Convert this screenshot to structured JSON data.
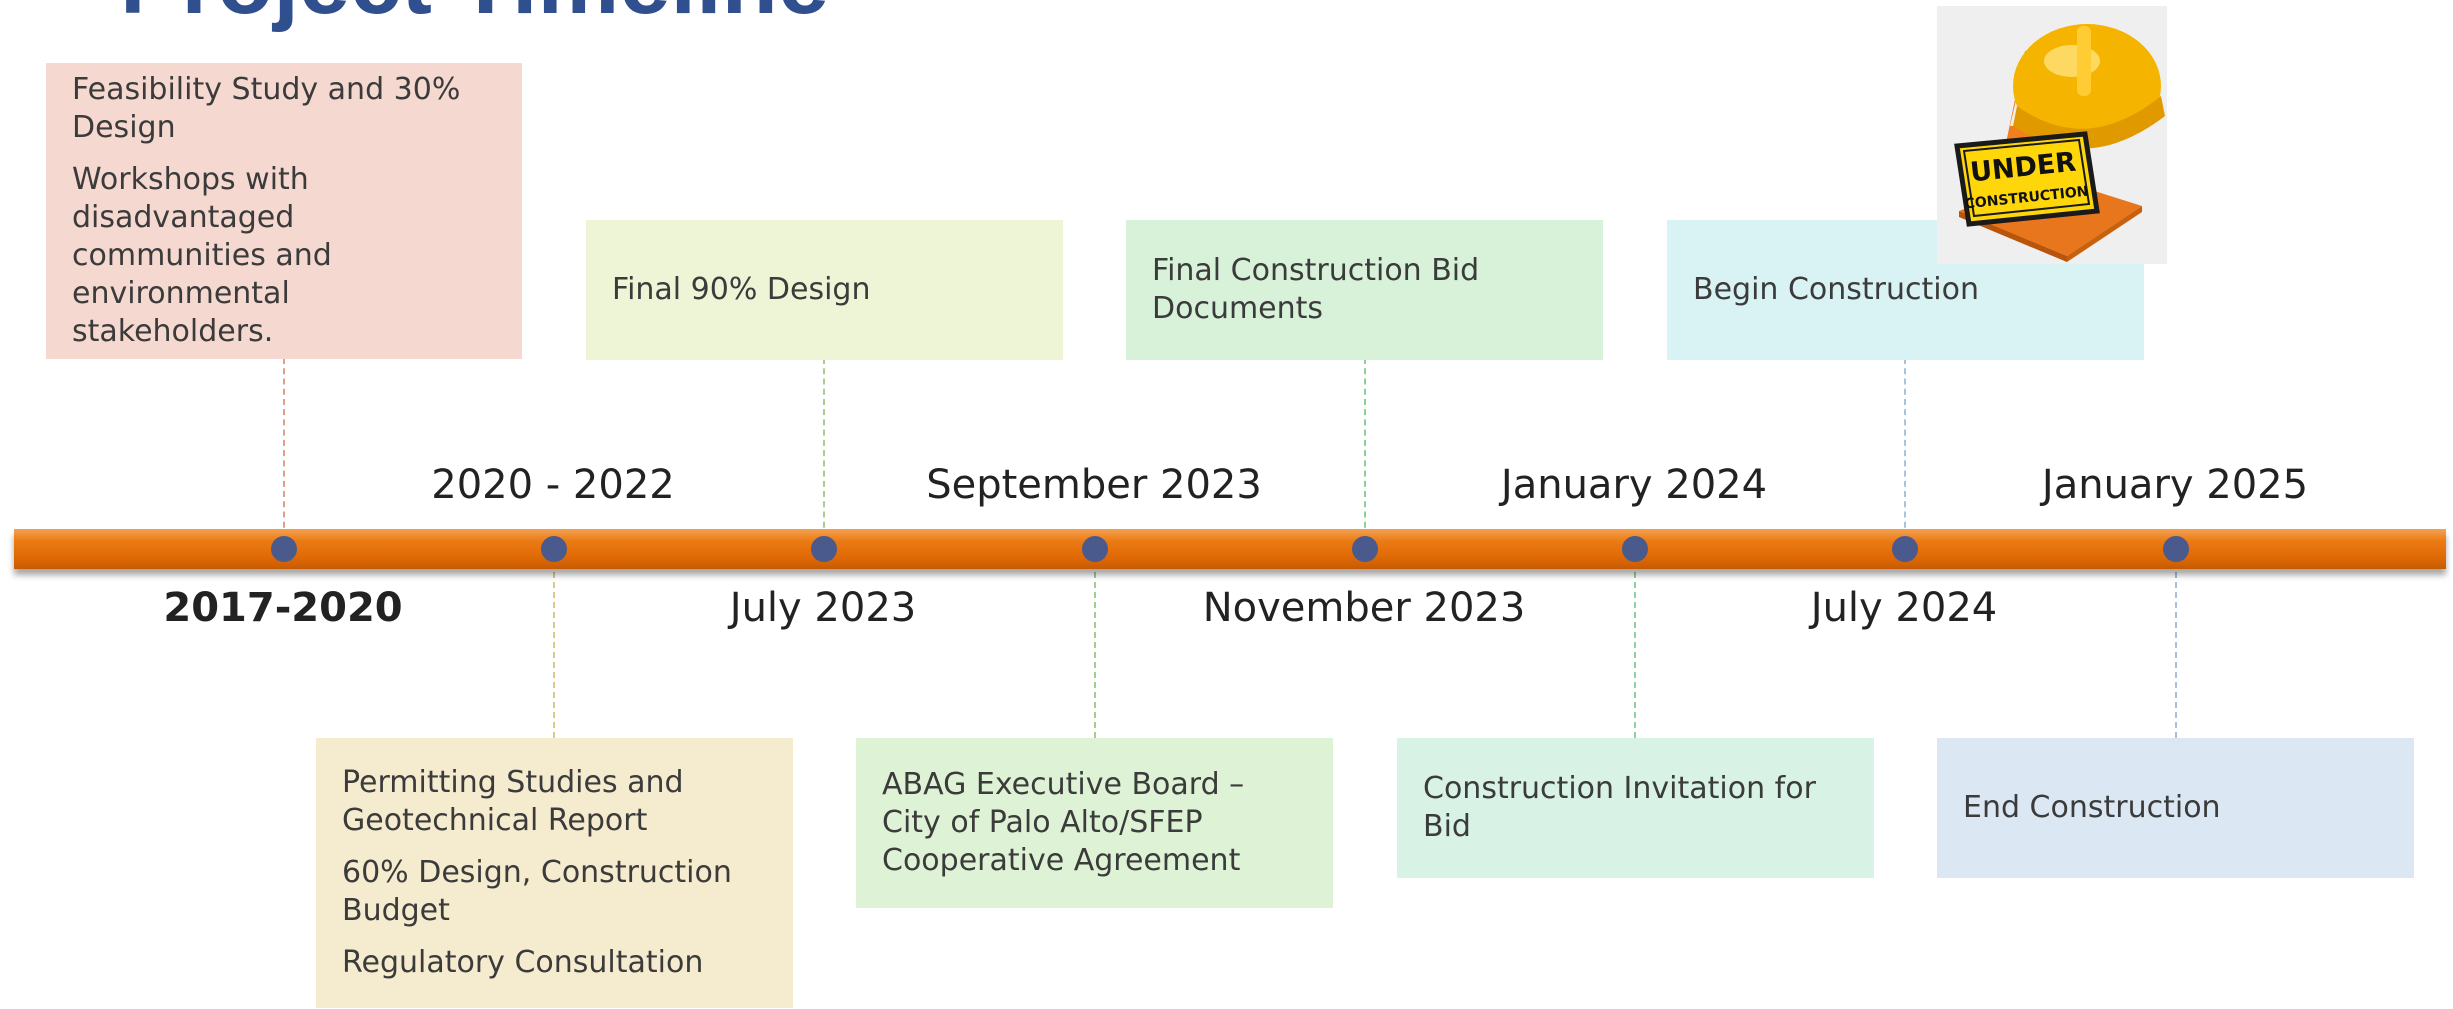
{
  "title": "Project Timeline",
  "dates_above": [
    {
      "label": "2020 - 2022",
      "bold": false
    },
    {
      "label": "September 2023",
      "bold": false
    },
    {
      "label": "January 2024",
      "bold": false
    },
    {
      "label": "January 2025",
      "bold": false
    }
  ],
  "dates_below": [
    {
      "label": "2017-2020",
      "bold": true
    },
    {
      "label": "July 2023",
      "bold": false
    },
    {
      "label": "November 2023",
      "bold": false
    },
    {
      "label": "July 2024",
      "bold": false
    }
  ],
  "milestones_top": [
    {
      "lines": [
        "Feasibility Study and 30% Design",
        "Workshops with disadvantaged communities and environmental stakeholders."
      ],
      "fill": "#f5d9d1",
      "connector": "#e0a088"
    },
    {
      "lines": [
        "Final 90% Design"
      ],
      "fill": "#eef4d6",
      "connector": "#a8cc8e"
    },
    {
      "lines": [
        "Final Construction Bid Documents"
      ],
      "fill": "#d7f2d9",
      "connector": "#8ccf98"
    },
    {
      "lines": [
        "Begin Construction"
      ],
      "fill": "#d9f2f3",
      "connector": "#a5c4de"
    }
  ],
  "milestones_bottom": [
    {
      "lines": [
        "Permitting Studies and Geotechnical Report",
        "60% Design, Construction Budget",
        "Regulatory Consultation"
      ],
      "fill": "#f5ebcf",
      "connector": "#d9c98a"
    },
    {
      "lines": [
        "ABAG Executive Board – City of Palo Alto/SFEP Cooperative Agreement"
      ],
      "fill": "#def3d5",
      "connector": "#9fd08f"
    },
    {
      "lines": [
        "Construction Invitation for Bid"
      ],
      "fill": "#d8f3e6",
      "connector": "#8fd0a8"
    },
    {
      "lines": [
        "End Construction"
      ],
      "fill": "#dbe8f4",
      "connector": "#a9bfdc"
    }
  ],
  "colors": {
    "timeline_bar": "#e8740c",
    "dot": "#4a5a8c",
    "title": "#2f4f8f"
  },
  "icons": {
    "under_construction": "under-construction-icon",
    "sign_text": [
      "UNDER",
      "CONSTRUCTION"
    ]
  }
}
